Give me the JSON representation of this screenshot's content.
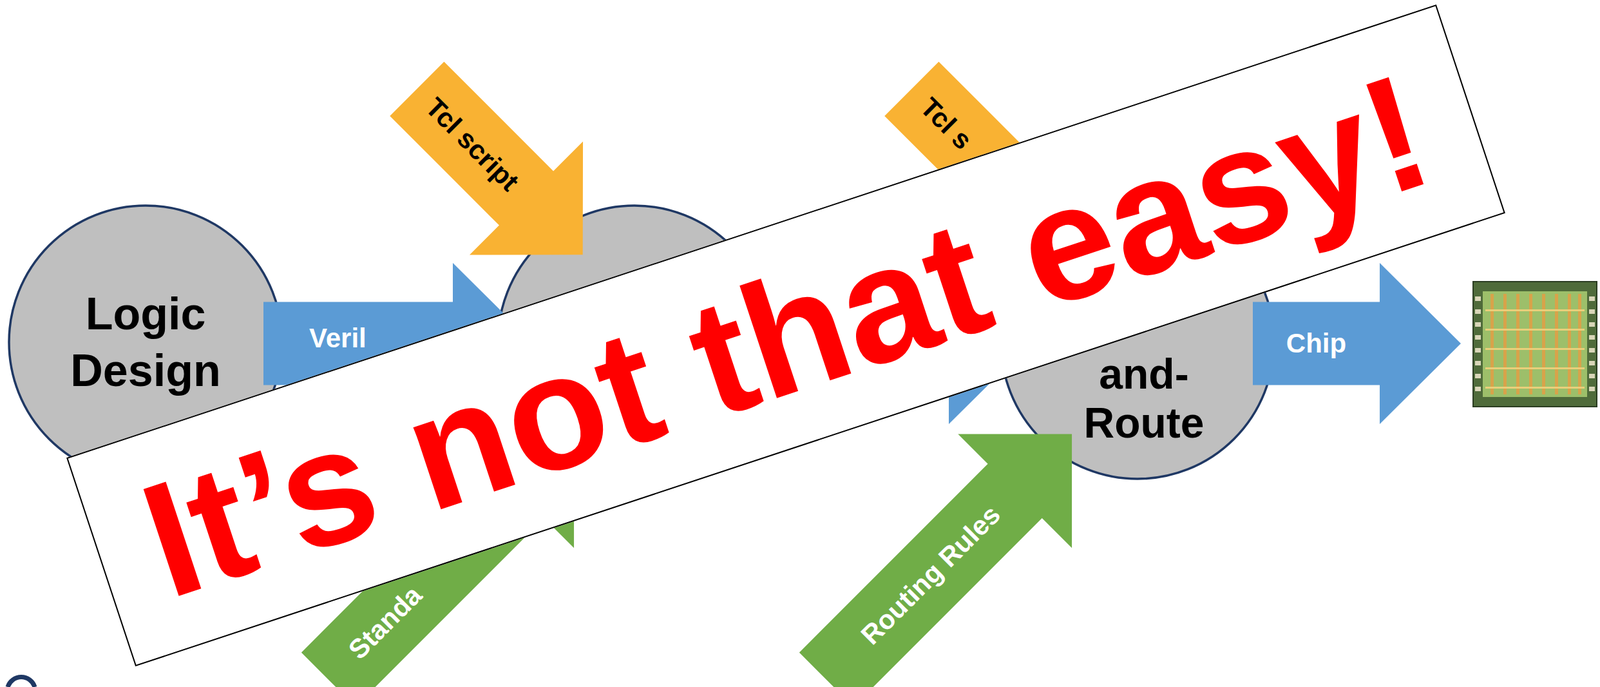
{
  "diagram": {
    "nodes": [
      {
        "text": [
          "Logic Design"
        ]
      },
      {
        "text": [
          "Tcl script"
        ]
      },
      {
        "text": [
          "Veril"
        ]
      },
      {
        "text": [
          "Tcl s"
        ]
      },
      {
        "text": [
          "Standa"
        ]
      },
      {
        "text": [
          "and- Route"
        ]
      },
      {
        "text": [
          "Chip"
        ]
      },
      {
        "text": [
          "Routing Rules"
        ]
      },
      {
        "text": [
          "It’s not that easy!"
        ]
      }
    ]
  }
}
